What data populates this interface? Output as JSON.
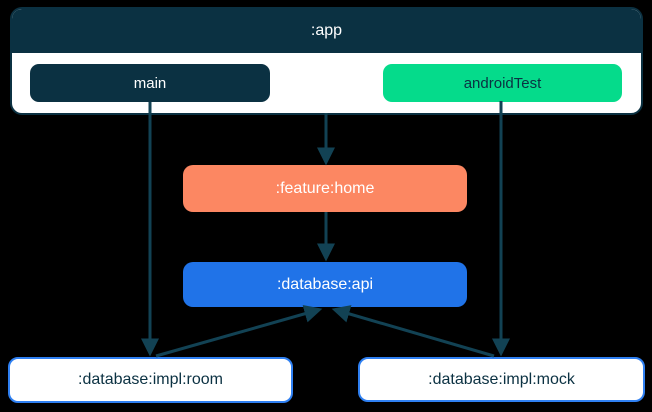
{
  "colors": {
    "background": "#000000",
    "navy": "#0B3142",
    "green": "#05DB8B",
    "coral": "#FC8762",
    "blue": "#2073E8",
    "outline_blue": "#2F80F2",
    "arrow": "#124254",
    "text_on_dark": "#FFFFFF",
    "text_on_light": "#0B3142"
  },
  "nodes": {
    "app": {
      "label": ":app"
    },
    "main": {
      "label": "main"
    },
    "android_test": {
      "label": "androidTest"
    },
    "feature_home": {
      "label": ":feature:home"
    },
    "database_api": {
      "label": ":database:api"
    },
    "database_impl_room": {
      "label": ":database:impl:room"
    },
    "database_impl_mock": {
      "label": ":database:impl:mock"
    }
  },
  "edges": [
    {
      "from": ":app",
      "to": ":feature:home"
    },
    {
      "from": ":feature:home",
      "to": ":database:api"
    },
    {
      "from": "main",
      "to": ":database:impl:room"
    },
    {
      "from": "androidTest",
      "to": ":database:impl:mock"
    },
    {
      "from": ":database:impl:room",
      "to": ":database:api"
    },
    {
      "from": ":database:impl:mock",
      "to": ":database:api"
    }
  ]
}
